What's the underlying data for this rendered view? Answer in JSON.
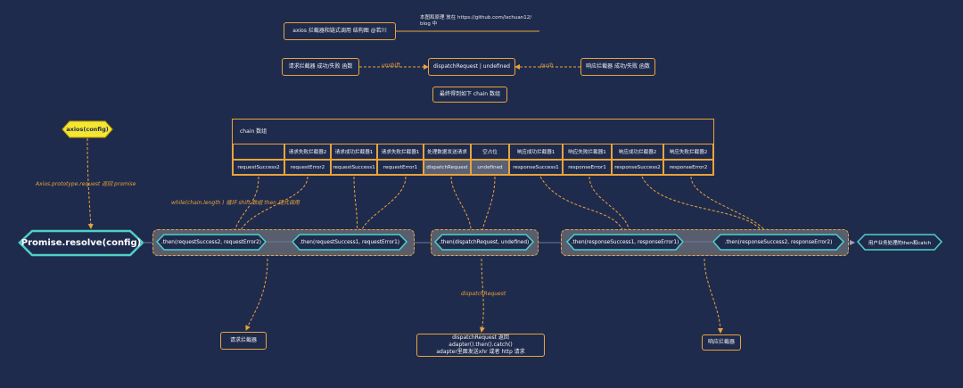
{
  "header": {
    "main_note": "axios 拦截器和链式调用 结构图 @若川",
    "side_note_line1": "本图和原理 放在 https://github.com/lxchuan12/",
    "side_note_line2": "blog 中"
  },
  "top": {
    "request_interceptors": "请求拦截器 成功/失败 函数",
    "dispatch_box": "dispatchRequest | undefined",
    "response_interceptors": "响应拦截器 成功/失败 函数",
    "unshift_label": "unshift",
    "push_label": "push",
    "result_box": "最终得到如下 chain 数组"
  },
  "start": {
    "axios_config": "axios(config)",
    "prototype_note": "Axios.prototype.request 返回 promise",
    "promise_resolve": "Promise.resolve(config)",
    "while_note": "while(chain.length ) 循环 shift 数组 then 链式调用"
  },
  "table": {
    "title": "chain 数组",
    "headers": [
      "",
      "请求失败拦截器2",
      "请求成功拦截器1",
      "请求失败拦截器1",
      "处理数据发送请求",
      "空占位",
      "响应成功拦截器1",
      "响应失败拦截器1",
      "响应成功拦截器2",
      "响应失败拦截器2"
    ],
    "values": [
      "requestSuccess2",
      "requestError2",
      "requestSuccess1",
      "requestError1",
      "dispatchRequest",
      "undefined",
      "responseSuccess1",
      "responseError1",
      "responseSuccess2",
      "responseError2"
    ]
  },
  "chain": {
    "then1": ".then(requestSuccess2, requestError2)",
    "then2": ".then(requestSuccess1, requestError1)",
    "then3": ".then(dispatchRequest, undefined)",
    "then4": ".then(responseSuccess1, responseError1)",
    "then5": ".then(responseSuccess2, responseError2)",
    "end_box": "用户业务处理的then和catch"
  },
  "bottom": {
    "request_interceptor_box": "请求拦截器",
    "dispatch_label": "dispatchRequest",
    "dispatch_note_line1": "dispatchRequest 返回 adapter().then().catch()",
    "dispatch_note_line2": "adapter里面发送xhr 或者 http 请求",
    "response_interceptor_box": "响应拦截器"
  },
  "colors": {
    "background": "#1f2b4d",
    "accent": "#e8a33c",
    "teal": "#4fd1c5",
    "yellow": "#f5e632"
  }
}
